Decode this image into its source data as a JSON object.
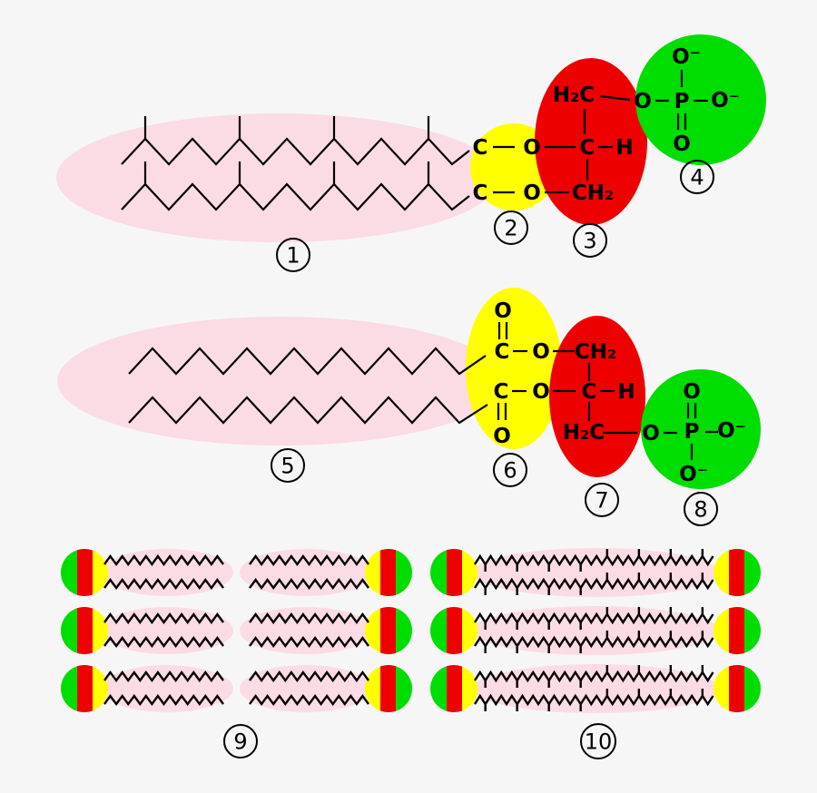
{
  "background": "#f6f6f6",
  "colors": {
    "tails": "#fbdce4",
    "linkage": "#ffff00",
    "glycerol": "#ee0000",
    "phosphate": "#00dd00"
  },
  "archaeal_lipid": {
    "linkage": {
      "c_top": "C",
      "o_top": "O",
      "c_bottom": "C",
      "o_bottom": "O"
    },
    "glycerol": {
      "top": "H₂C",
      "middle_c": "C",
      "middle_h": "H",
      "bottom": "CH₂"
    },
    "phosphate": {
      "top": "O⁻",
      "left": "O",
      "center": "P",
      "right": "O⁻",
      "bottom": "O"
    }
  },
  "bacterial_lipid": {
    "linkage": {
      "carbonyl_o_top": "O",
      "c_top": "C",
      "ester_o_top": "O",
      "c_bottom": "C",
      "ester_o_bottom": "O",
      "carbonyl_o_bottom": "O"
    },
    "glycerol": {
      "top": "CH₂",
      "middle_c": "C",
      "middle_h": "H",
      "bottom": "H₂C"
    },
    "phosphate": {
      "top": "O",
      "left": "O",
      "center": "P",
      "right": "O⁻",
      "bottom": "O⁻"
    }
  },
  "labels": {
    "archaeal_tails": "1",
    "archaeal_linkage": "2",
    "archaeal_glycerol": "3",
    "archaeal_phosphate": "4",
    "bacterial_tails": "5",
    "bacterial_linkage": "6",
    "bacterial_glycerol": "7",
    "bacterial_phosphate": "8",
    "bilayer": "9",
    "monolayer": "10"
  }
}
